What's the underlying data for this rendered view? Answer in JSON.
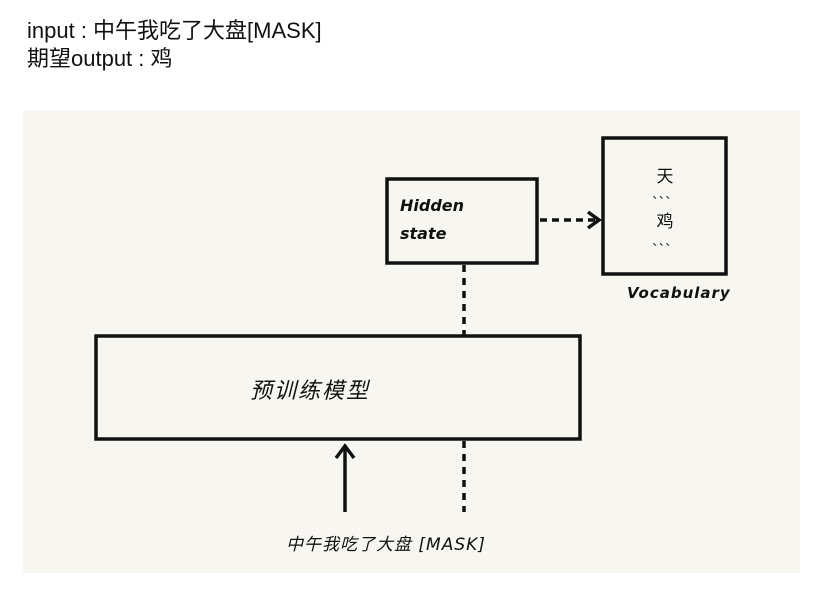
{
  "header": {
    "input_line": "input : 中午我吃了大盘[MASK]",
    "output_line": "期望output : 鸡"
  },
  "diagram": {
    "hidden_state_line1": "Hidden",
    "hidden_state_line2": "state",
    "model_label": "预训练模型",
    "input_text": "中午我吃了大盘 [MASK]",
    "vocabulary_label": "Vocabulary",
    "vocab_items": [
      "天",
      "鸡"
    ],
    "vocab_dots": [
      "、、、",
      "、、、"
    ]
  },
  "colors": {
    "canvas_background": "#f8f6f1",
    "ink": "#111111"
  }
}
